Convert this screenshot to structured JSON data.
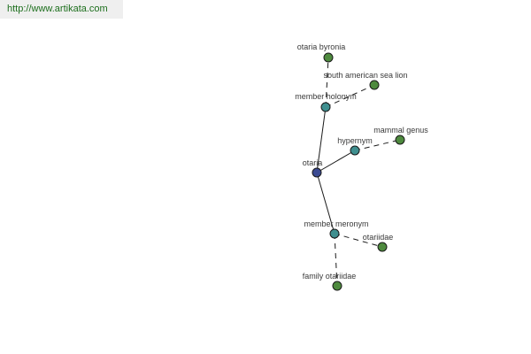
{
  "header": {
    "url": "http://www.artikata.com"
  },
  "graph": {
    "center": "otaria",
    "relations": {
      "member_holonym": "member holonym",
      "hypernym": "hypernym",
      "member_meronym": "member meronym"
    },
    "terms": {
      "otaria_byronia": "otaria byronia",
      "south_american_sea_lion": "south american sea lion",
      "mammal_genus": "mammal genus",
      "otariidae": "otariidae",
      "family_otariidae": "family otariidae"
    },
    "colors": {
      "center_node": "#3b4a92",
      "relation_node": "#3f8f8f",
      "term_node": "#4e8a3e",
      "url_text": "#1c6e1c"
    }
  }
}
